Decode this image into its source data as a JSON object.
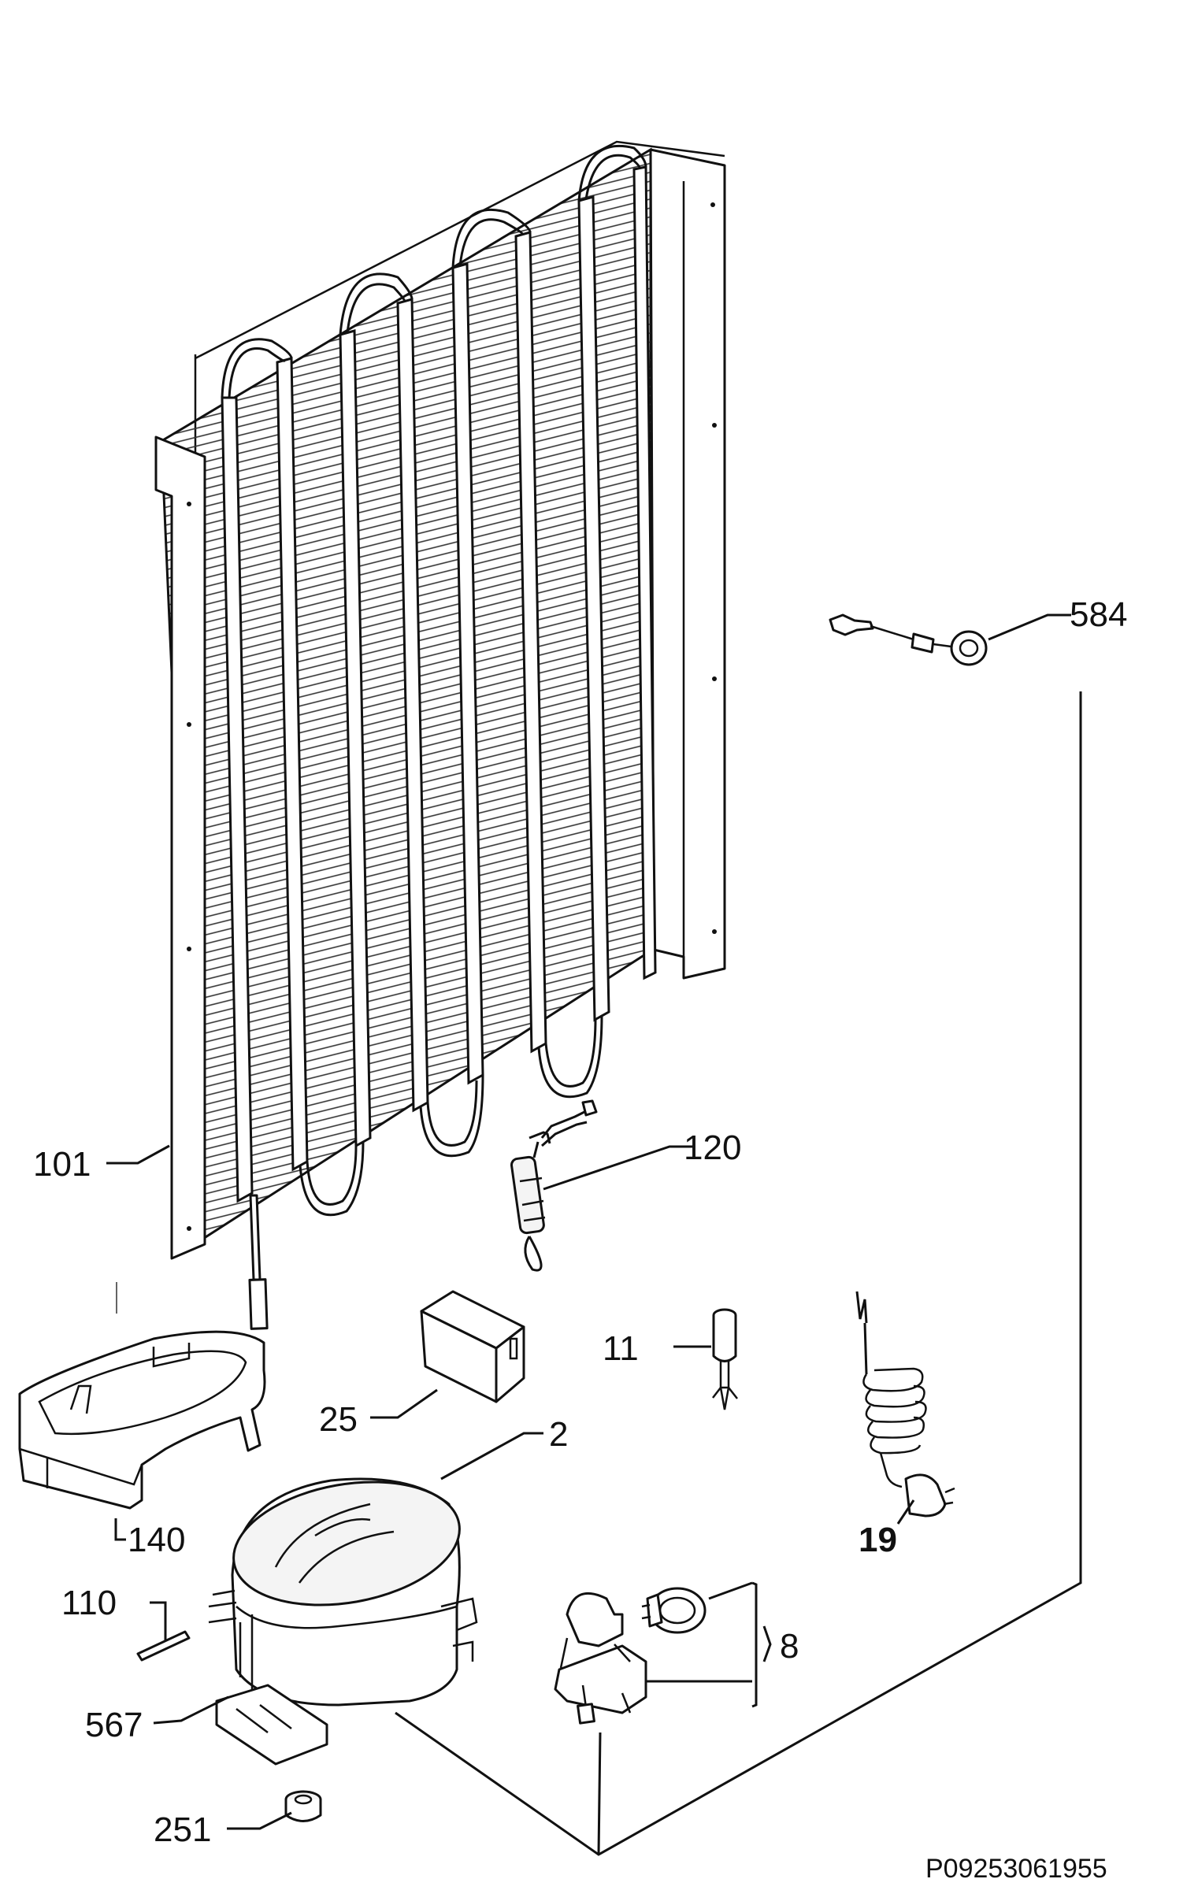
{
  "callouts": {
    "p584": "584",
    "p101": "101",
    "p120": "120",
    "p11": "11",
    "p25": "25",
    "p2": "2",
    "p140": "140",
    "p19": "19",
    "p110": "110",
    "p8": "8",
    "p567": "567",
    "p251": "251"
  },
  "footer": {
    "code": "P09253061955"
  }
}
